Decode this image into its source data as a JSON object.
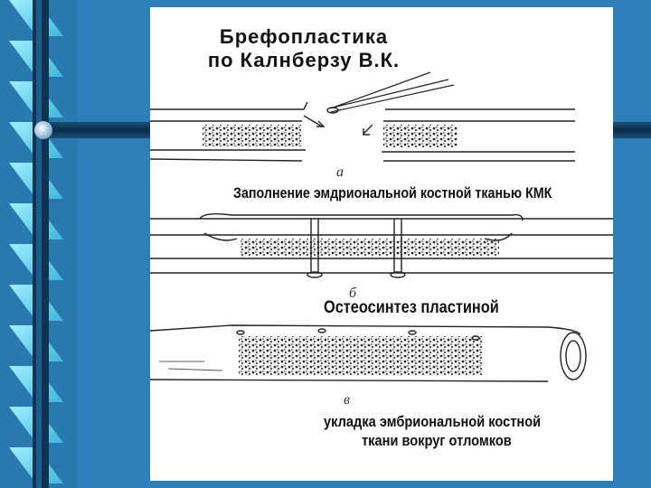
{
  "slide": {
    "title_line1": "Брефопластика",
    "title_line2": "по Калнберзу В.К."
  },
  "figures": {
    "a": {
      "letter": "а",
      "caption": "Заполнение эмдриональной костной тканью КМК"
    },
    "b": {
      "letter": "б",
      "caption": "Остеосинтез пластиной"
    },
    "c": {
      "letter": "в",
      "caption_line1": "укладка эмбриональной костной",
      "caption_line2": "ткани вокруг отломков"
    }
  },
  "colors": {
    "background": "#2e7fb8",
    "stripe_dark": "#103a5c",
    "stripe_light": "#58d6f0",
    "panel": "#ffffff"
  }
}
